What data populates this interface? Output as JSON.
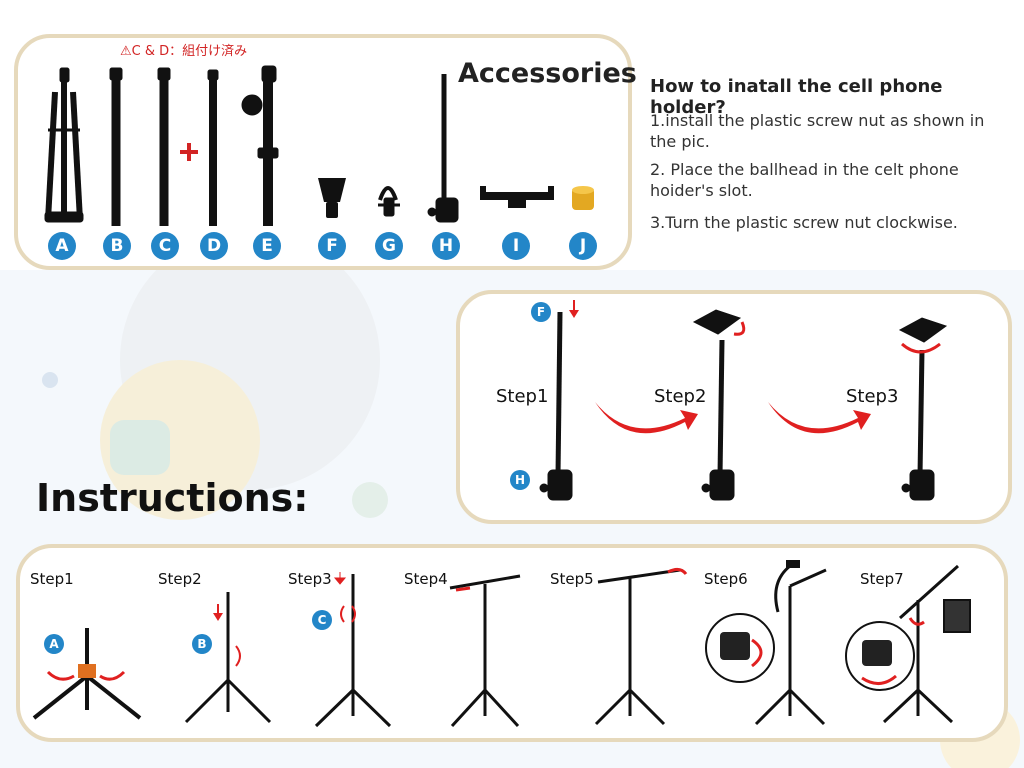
{
  "note": "⚠C & D：組付け済み",
  "accessories": {
    "title": "Accessories",
    "items": [
      "A",
      "B",
      "C",
      "D",
      "E",
      "F",
      "G",
      "H",
      "I",
      "J"
    ]
  },
  "howto": {
    "title": "How to inatall the cell phone holder?",
    "steps": [
      "1.install the plastic screw nut as shown in the pic.",
      "2. Place the ballhead in the celt phone hoider's slot.",
      "3.Turn the plastic screw nut clockwise."
    ]
  },
  "holder_steps": {
    "labels": [
      "Step1",
      "Step2",
      "Step3"
    ],
    "badges": [
      "F",
      "H"
    ]
  },
  "instructions": {
    "title": "Instructions:",
    "steps": [
      "Step1",
      "Step2",
      "Step3",
      "Step4",
      "Step5",
      "Step6",
      "Step7"
    ],
    "badges": [
      "A",
      "B",
      "C"
    ]
  },
  "colors": {
    "badge": "#2386c8",
    "panel_border": "#e6d9bc",
    "arrow": "#e02020",
    "warning": "#d22424"
  }
}
